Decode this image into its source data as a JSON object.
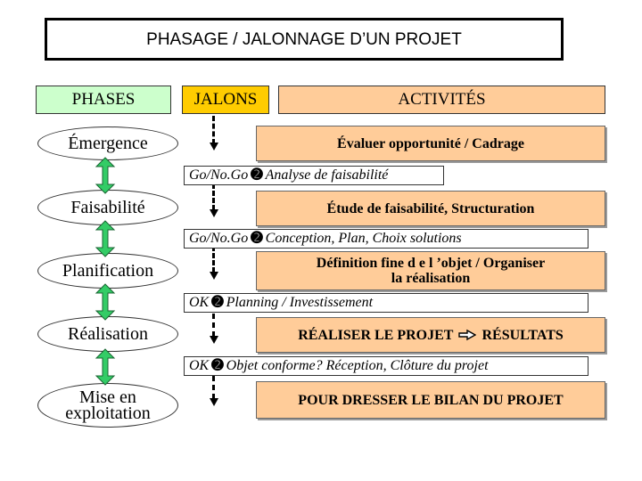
{
  "title": "PHASAGE / JALONNAGE D’UN PROJET",
  "headers": {
    "phases": "PHASES",
    "jalons": "JALONS",
    "activites": "ACTIVITÉS"
  },
  "phases": [
    "Émergence",
    "Faisabilité",
    "Planification",
    "Réalisation",
    "Mise en exploitation"
  ],
  "activities": [
    "Évaluer opportunité / Cadrage",
    "Étude de faisabilité, Structuration",
    "Définition fine d e l ’objet / Organiser la réalisation",
    "RÉALISER LE PROJET",
    "POUR DRESSER LE BILAN DU PROJET"
  ],
  "activity_result": "RÉSULTATS",
  "milestones": [
    {
      "label": "Go/No.Go",
      "text": "Analyse de faisabilité"
    },
    {
      "label": "Go/No.Go",
      "text": "Conception, Plan, Choix solutions"
    },
    {
      "label": "OK",
      "text": "Planning / Investissement"
    },
    {
      "label": "OK",
      "text": "Objet conforme? Réception, Clôture du projet"
    }
  ],
  "colors": {
    "phases_header": "#ccffcc",
    "jalons_header": "#ffcc00",
    "activity": "#ffcc99",
    "double_arrow": "#33cc66"
  },
  "icons": {
    "milestone": "arrow-icon",
    "result": "hand-pointing-icon"
  }
}
